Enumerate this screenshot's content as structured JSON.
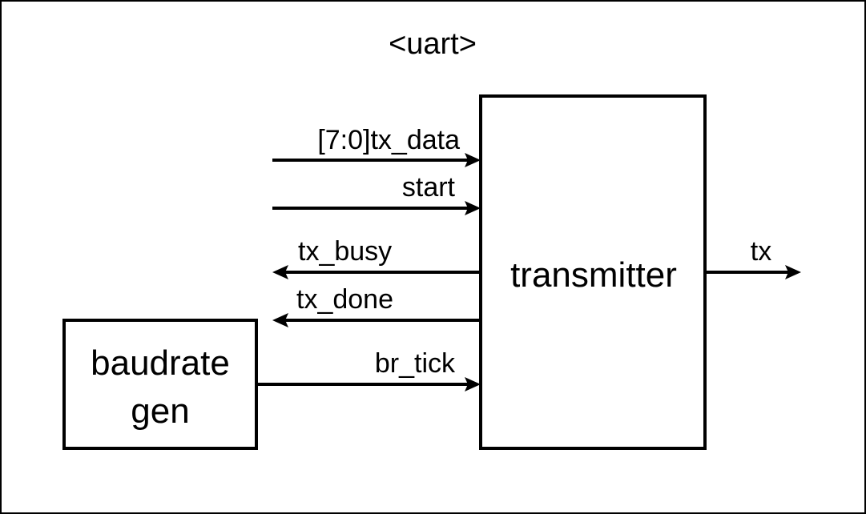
{
  "title": "<uart>",
  "blocks": {
    "transmitter": {
      "label": "transmitter"
    },
    "baudrate_gen": {
      "line1": "baudrate",
      "line2": "gen"
    }
  },
  "signals": {
    "tx_data": "[7:0]tx_data",
    "start": "start",
    "tx_busy": "tx_busy",
    "tx_done": "tx_done",
    "br_tick": "br_tick",
    "tx": "tx"
  },
  "colors": {
    "stroke": "#000000",
    "background": "#ffffff"
  }
}
